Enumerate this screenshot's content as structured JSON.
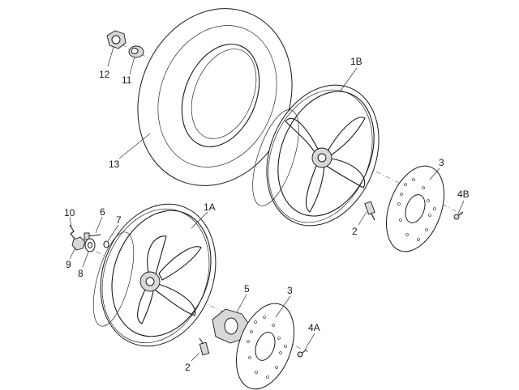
{
  "callouts": {
    "c12": "12",
    "c11": "11",
    "c13": "13",
    "c1b": "1B",
    "c3_upper": "3",
    "c4b": "4B",
    "c2_upper": "2",
    "c10": "10",
    "c6": "6",
    "c7": "7",
    "c1a": "1A",
    "c9": "9",
    "c8": "8",
    "c5": "5",
    "c3_lower": "3",
    "c4a": "4A",
    "c2_lower": "2"
  }
}
